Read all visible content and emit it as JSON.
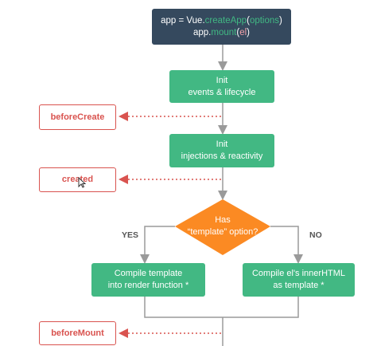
{
  "start": {
    "line1_prefix": "app = Vue.",
    "line1_fn": "createApp",
    "line1_open": "(",
    "line1_arg": "options",
    "line1_close": ")",
    "line2_prefix": "app.",
    "line2_fn": "mount",
    "line2_open": "(",
    "line2_arg": "el",
    "line2_close": ")"
  },
  "steps": {
    "init_events": {
      "line1": "Init",
      "line2": "events & lifecycle"
    },
    "init_injections": {
      "line1": "Init",
      "line2": "injections & reactivity"
    },
    "decision": {
      "line1": "Has",
      "line2": "“template” option?"
    },
    "compile_template": {
      "line1": "Compile template",
      "line2": "into render function *"
    },
    "compile_el": {
      "line1": "Compile el's innerHTML",
      "line2": "as template *"
    }
  },
  "hooks": {
    "before_create": "beforeCreate",
    "created": "created",
    "before_mount": "beforeMount"
  },
  "branches": {
    "yes": "YES",
    "no": "NO"
  },
  "colors": {
    "start_bg": "#35495e",
    "step_bg": "#42b883",
    "decision_bg": "#fb8a23",
    "hook_border": "#d9534f",
    "line": "#9a9a9a",
    "dotted": "#d9534f"
  }
}
